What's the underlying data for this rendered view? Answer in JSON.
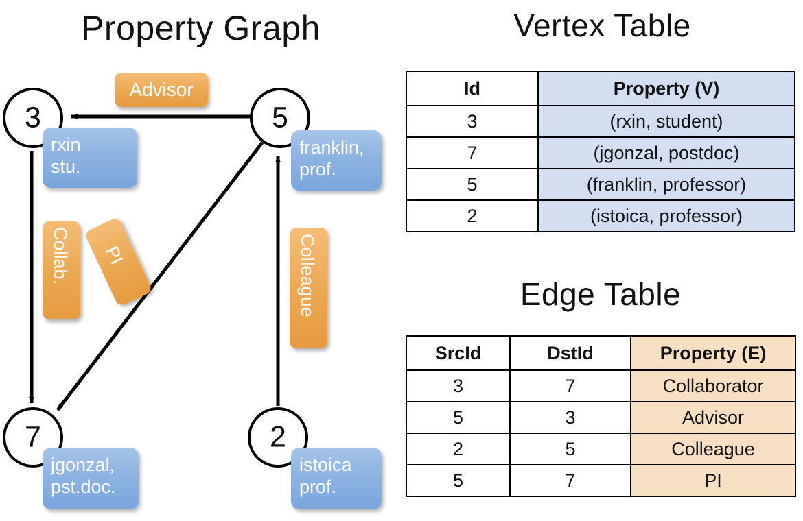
{
  "titles": {
    "property_graph": "Property Graph",
    "vertex_table": "Vertex Table",
    "edge_table": "Edge Table"
  },
  "graph": {
    "nodes": [
      {
        "id": "3",
        "label": "3",
        "property": "rxin\nstu."
      },
      {
        "id": "5",
        "label": "5",
        "property": "franklin,\nprof."
      },
      {
        "id": "7",
        "label": "7",
        "property": "jgonzal,\npst.doc."
      },
      {
        "id": "2",
        "label": "2",
        "property": "istoica\nprof."
      }
    ],
    "node_properties": {
      "rxin_line1": "rxin",
      "rxin_line2": "stu.",
      "franklin_line1": "franklin,",
      "franklin_line2": "prof.",
      "jgonzal_line1": "jgonzal,",
      "jgonzal_line2": "pst.doc.",
      "istoica_line1": "istoica",
      "istoica_line2": "prof."
    },
    "edge_labels": {
      "advisor": "Advisor",
      "collab": "Collab.",
      "pi": "PI",
      "colleague": "Colleague"
    },
    "edges": [
      {
        "from": "5",
        "to": "3",
        "label": "Advisor"
      },
      {
        "from": "3",
        "to": "7",
        "label": "Collab."
      },
      {
        "from": "5",
        "to": "7",
        "label": "PI"
      },
      {
        "from": "2",
        "to": "5",
        "label": "Colleague"
      }
    ]
  },
  "vertex_table": {
    "headers": [
      "Id",
      "Property (V)"
    ],
    "rows": [
      {
        "id": "3",
        "property": "(rxin, student)"
      },
      {
        "id": "7",
        "property": "(jgonzal, postdoc)"
      },
      {
        "id": "5",
        "property": "(franklin, professor)"
      },
      {
        "id": "2",
        "property": "(istoica, professor)"
      }
    ]
  },
  "edge_table": {
    "headers": [
      "SrcId",
      "DstId",
      "Property (E)"
    ],
    "rows": [
      {
        "src": "3",
        "dst": "7",
        "property": "Collaborator"
      },
      {
        "src": "5",
        "dst": "3",
        "property": "Advisor"
      },
      {
        "src": "2",
        "dst": "5",
        "property": "Colleague"
      },
      {
        "src": "5",
        "dst": "7",
        "property": "PI"
      }
    ]
  },
  "colors": {
    "vertex_property_fill": "#d3dff0",
    "edge_property_fill": "#f7dfc3",
    "node_property_box": "#8db3e2",
    "edge_label_box": "#eba954",
    "stroke": "#000000",
    "background": "#ffffff"
  }
}
